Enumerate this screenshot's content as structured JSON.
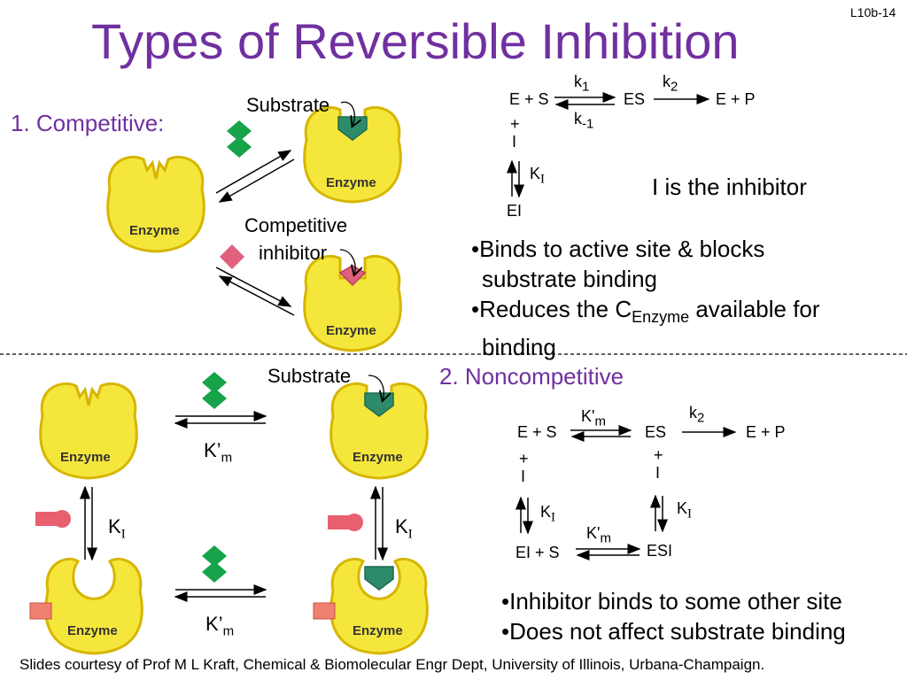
{
  "slide_number": "L10b-14",
  "title": "Types of Reversible Inhibition",
  "competitive": {
    "heading": "1. Competitive:",
    "substrate_label": "Substrate",
    "inhibitor_label_line1": "Competitive",
    "inhibitor_label_line2": "inhibitor",
    "enzyme_label": "Enzyme",
    "scheme": {
      "e_s": "E + S",
      "es": "ES",
      "e_p": "E + P",
      "k1": "k",
      "k1_sub": "1",
      "k2": "k",
      "k2_sub": "2",
      "km1": "k",
      "km1_sub": "-1",
      "plus": "+",
      "i": "I",
      "ki": "K",
      "ki_sub": "I",
      "ei": "EI"
    },
    "note": "I is the inhibitor",
    "bullets": [
      {
        "line1": "Binds to active site & blocks",
        "line2": "substrate binding"
      },
      {
        "pre": "Reduces the C",
        "sub": "Enzyme",
        "post": " available for",
        "line2": "binding"
      }
    ]
  },
  "noncompetitive": {
    "heading": "2. Noncompetitive",
    "substrate_label": "Substrate",
    "enzyme_label": "Enzyme",
    "km_label": "K’",
    "km_sub": "m",
    "ki_label": "K",
    "ki_sub": "I",
    "scheme": {
      "e_s": "E + S",
      "es": "ES",
      "e_p": "E + P",
      "km": "K'",
      "km_sub": "m",
      "k2": "k",
      "k2_sub": "2",
      "plus": "+",
      "i": "I",
      "ki": "K",
      "ki_sub": "I",
      "ei_s": "EI + S",
      "esi": "ESI"
    },
    "bullets": [
      "Inhibitor binds to some other site",
      "Does not affect substrate binding"
    ]
  },
  "footer": "Slides courtesy of Prof M L Kraft, Chemical & Biomolecular Engr Dept, University of Illinois, Urbana-Champaign.",
  "colors": {
    "title": "#7030a0",
    "enzyme_fill": "#f5e63c",
    "enzyme_shade": "#d6b600",
    "substrate": "#16a34a",
    "substrate_in_site": "#2e8b6a",
    "comp_inhibitor": "#e0607e",
    "noncomp_inhibitor": "#e86070"
  }
}
